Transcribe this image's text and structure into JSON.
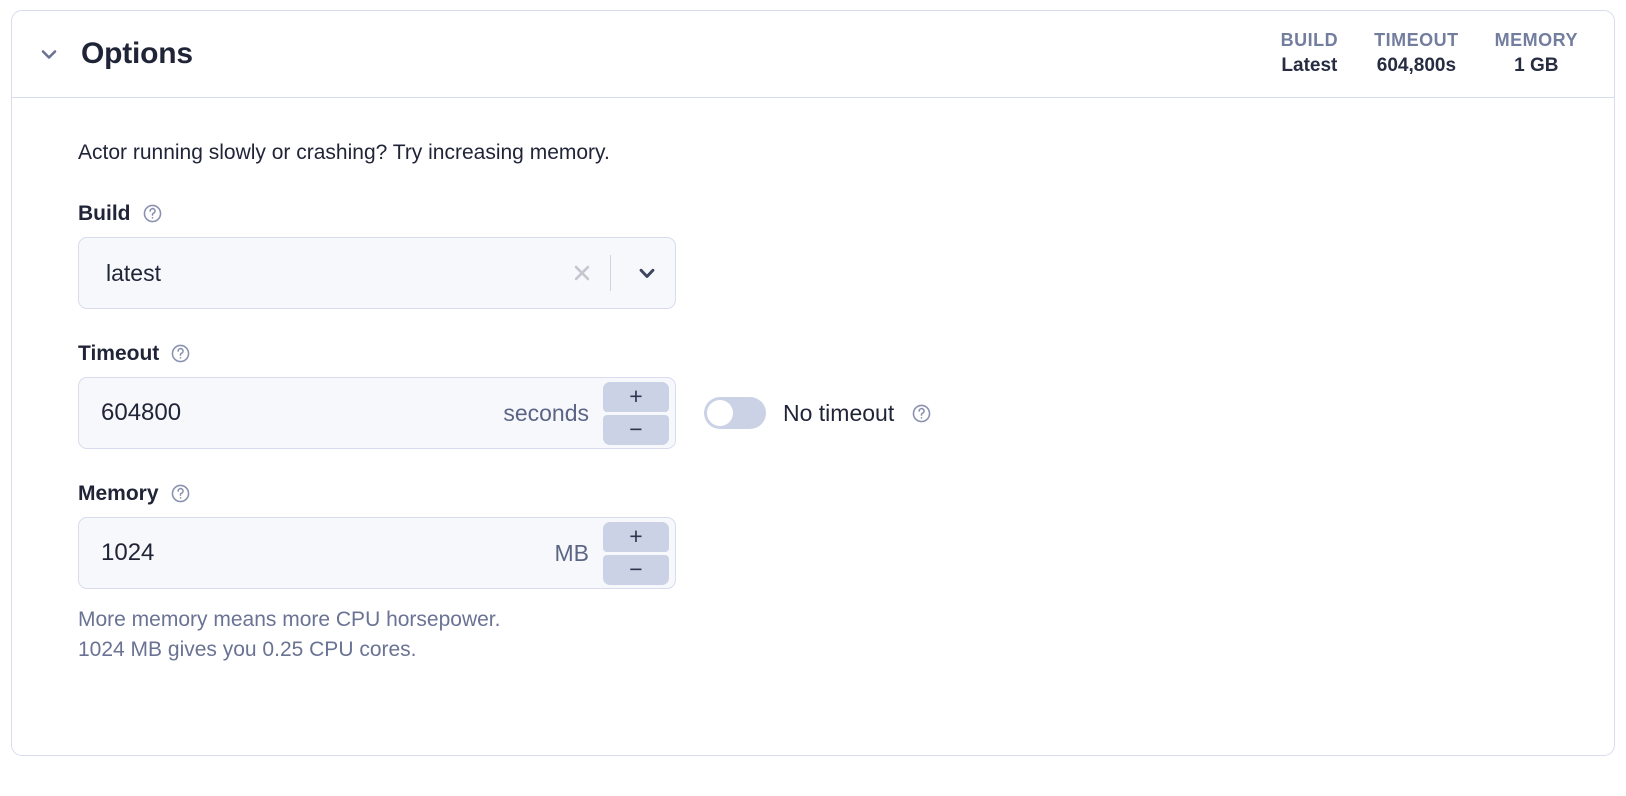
{
  "card": {
    "title": "Options",
    "collapse_icon": "chevron-down-icon",
    "stats": [
      {
        "label": "BUILD",
        "value": "Latest"
      },
      {
        "label": "TIMEOUT",
        "value": "604,800s"
      },
      {
        "label": "MEMORY",
        "value": "1 GB"
      }
    ]
  },
  "body": {
    "intro": "Actor running slowly or crashing? Try increasing memory.",
    "build": {
      "label": "Build",
      "help_icon": "help-circle-icon",
      "value": "latest",
      "clear_icon": "close-icon",
      "arrow_icon": "chevron-down-icon"
    },
    "timeout": {
      "label": "Timeout",
      "help_icon": "help-circle-icon",
      "value": "604800",
      "unit": "seconds",
      "increment_label": "+",
      "decrement_label": "−",
      "no_timeout_label": "No timeout",
      "no_timeout_help_icon": "help-circle-icon",
      "no_timeout_enabled": false
    },
    "memory": {
      "label": "Memory",
      "help_icon": "help-circle-icon",
      "value": "1024",
      "unit": "MB",
      "increment_label": "+",
      "decrement_label": "−",
      "helper_line1": "More memory means more CPU horsepower.",
      "helper_line2": "1024 MB gives you 0.25 CPU cores."
    }
  },
  "colors": {
    "border": "#d8dcee",
    "field_bg": "#f7f8fc",
    "stepper_bg": "#ccd2e6",
    "muted_text": "#6b7394",
    "dark_text": "#1f2437"
  }
}
